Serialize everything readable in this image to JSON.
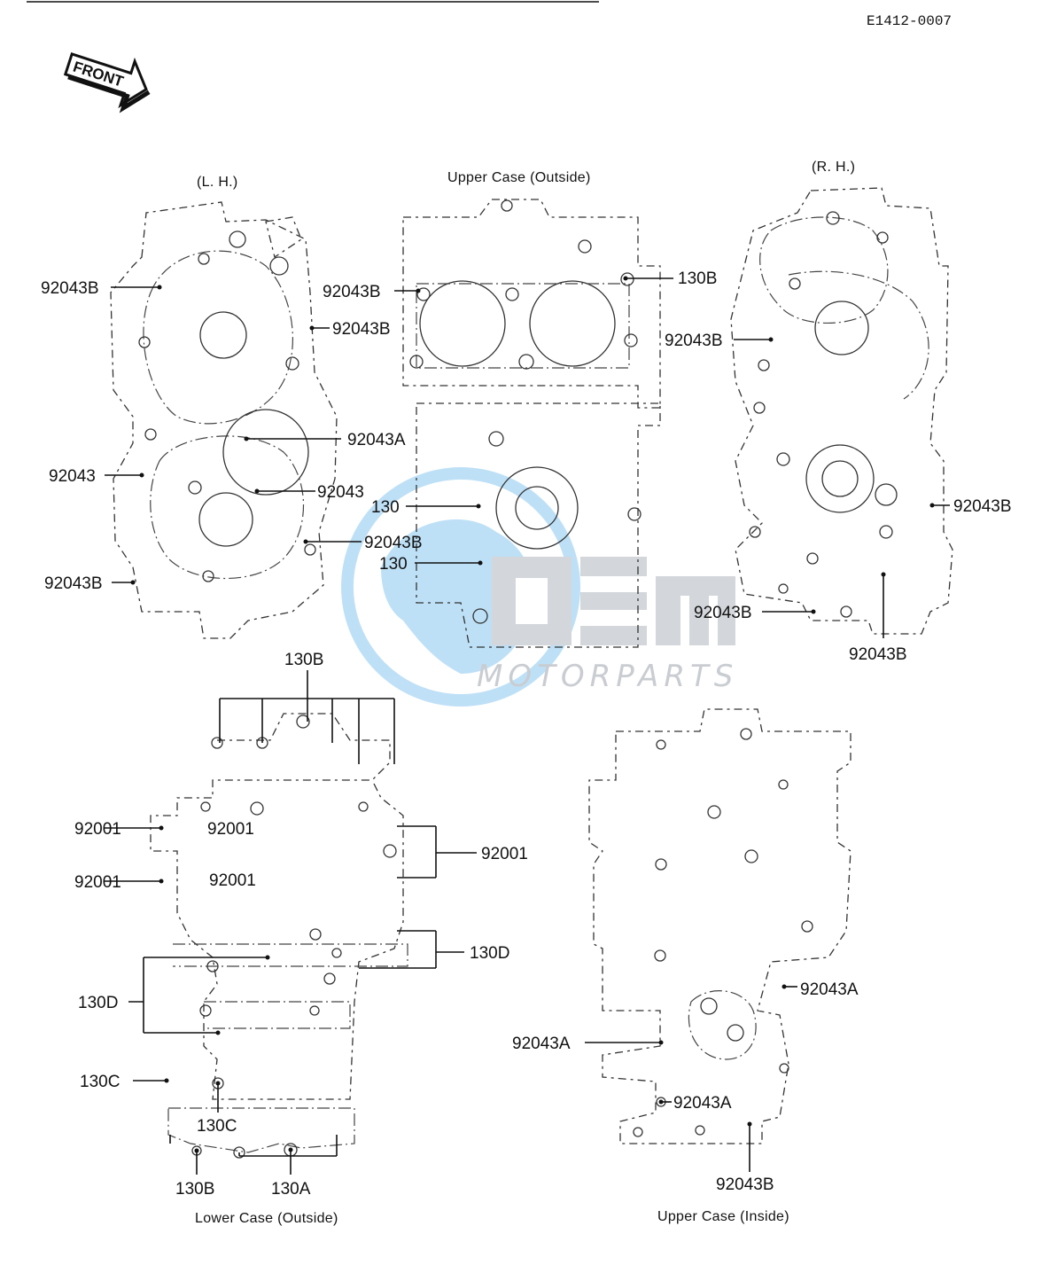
{
  "document_code": "E1412-0007",
  "front_badge": "FRONT",
  "captions": {
    "left_hand": "(L. H.)",
    "right_hand": "(R. H.)",
    "upper_case_outside": "Upper Case (Outside)",
    "lower_case_outside": "Lower Case (Outside)",
    "upper_case_inside": "Upper Case (Inside)"
  },
  "callouts": {
    "lh_92043b_1": "92043B",
    "lh_92043b_2": "92043B",
    "lh_92043a": "92043A",
    "lh_92043_left": "92043",
    "lh_92043_mid": "92043",
    "lh_92043b_3": "92043B",
    "lh_92043b_bottom": "92043B",
    "up_92043b": "92043B",
    "up_130b": "130B",
    "up_130_1": "130",
    "up_130_2": "130",
    "rh_92043b_1": "92043B",
    "rh_92043b_2": "92043B",
    "rh_92043b_3": "92043B",
    "rh_92043b_4": "92043B",
    "lc_130b_top": "130B",
    "lc_92001_1": "92001",
    "lc_92001_2": "92001",
    "lc_92001_3": "92001",
    "lc_92001_4": "92001",
    "lc_92001_5": "92001",
    "lc_130d_right": "130D",
    "lc_130d_left": "130D",
    "lc_130c_left": "130C",
    "lc_130c_bottom": "130C",
    "lc_130b_bottom": "130B",
    "lc_130a": "130A",
    "ui_92043a_1": "92043A",
    "ui_92043a_2": "92043A",
    "ui_92043a_3": "92043A",
    "ui_92043b": "92043B"
  },
  "watermark": {
    "logo_text": "OEM",
    "brand_text": "MOTORPARTS",
    "globe_color": "#8fc8ee",
    "letter_color": "#b9bec4"
  }
}
